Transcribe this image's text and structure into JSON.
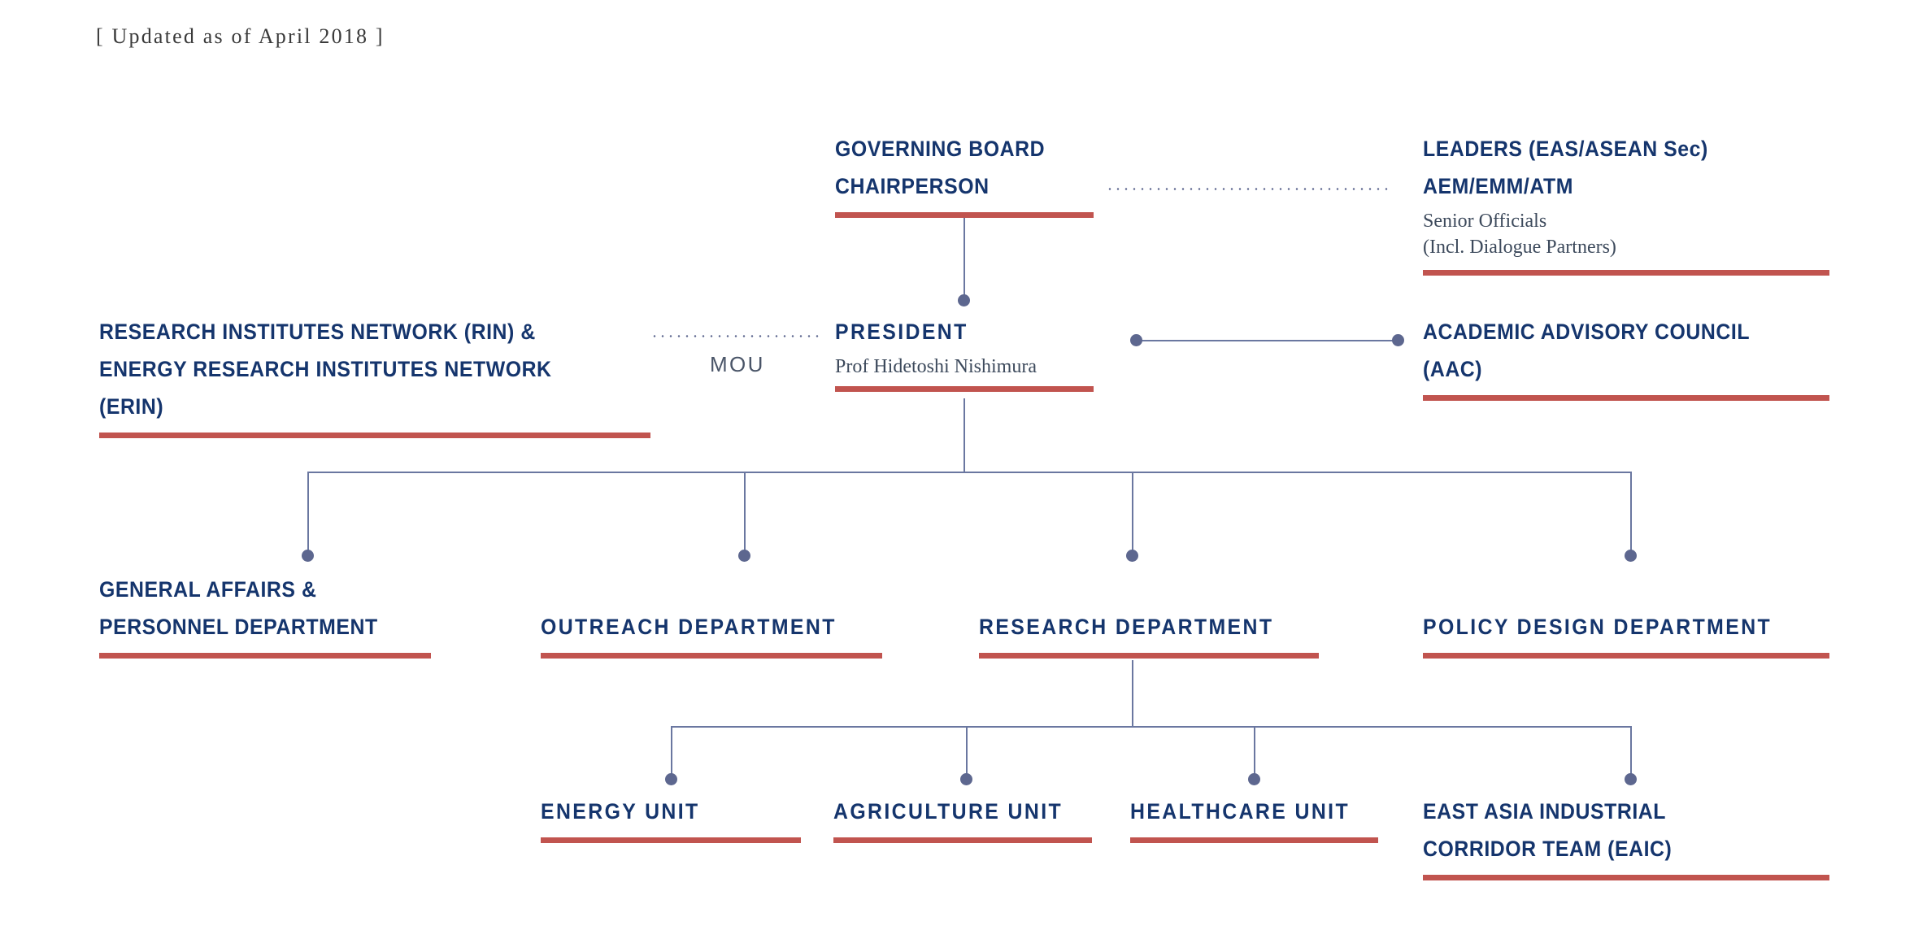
{
  "page": {
    "updated_note": "[ Updated as of April 2018 ]",
    "accent_navy": "#15356d",
    "accent_red": "#c1544f",
    "connector_color": "#6a77a0",
    "dot_color": "#5d678f"
  },
  "nodes": {
    "governing_board": {
      "title": "GOVERNING BOARD\nCHAIRPERSON"
    },
    "leaders": {
      "title": "LEADERS (EAS/ASEAN Sec)\nAEM/EMM/ATM",
      "subtitle": "Senior Officials\n(Incl. Dialogue Partners)"
    },
    "rin_erin": {
      "title": "RESEARCH INSTITUTES NETWORK (RIN) &\nENERGY RESEARCH INSTITUTES NETWORK\n(ERIN)"
    },
    "president": {
      "title": "PRESIDENT",
      "subtitle": "Prof Hidetoshi Nishimura"
    },
    "aac": {
      "title": "ACADEMIC ADVISORY COUNCIL\n(AAC)"
    },
    "general_affairs": {
      "title": "GENERAL AFFAIRS &\nPERSONNEL DEPARTMENT"
    },
    "outreach": {
      "title": "OUTREACH DEPARTMENT"
    },
    "research": {
      "title": "RESEARCH DEPARTMENT"
    },
    "policy_design": {
      "title": "POLICY DESIGN DEPARTMENT"
    },
    "energy_unit": {
      "title": "ENERGY UNIT"
    },
    "agriculture_unit": {
      "title": "AGRICULTURE UNIT"
    },
    "healthcare_unit": {
      "title": "HEALTHCARE UNIT"
    },
    "eaic": {
      "title": "EAST ASIA INDUSTRIAL\nCORRIDOR TEAM (EAIC)"
    }
  },
  "connectors": {
    "mou_label": "MOU"
  }
}
